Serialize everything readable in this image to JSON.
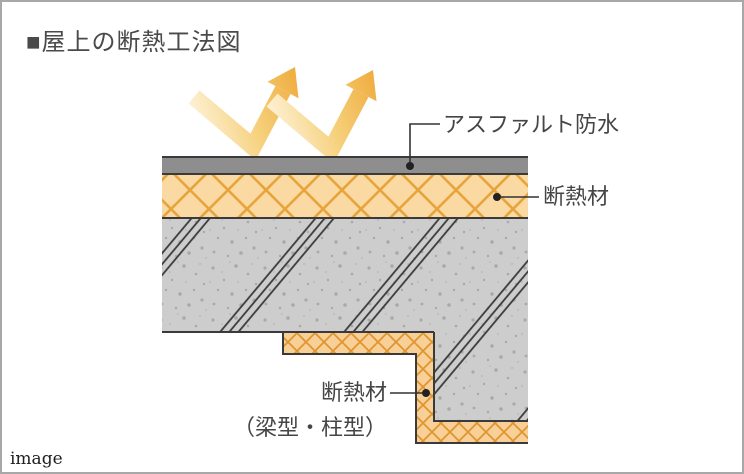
{
  "title": "■屋上の断熱工法図",
  "caption": "image",
  "labels": {
    "waterproofing": "アスファルト防水",
    "insulation": "断熱材",
    "beam_insulation_line1": "断熱材",
    "beam_insulation_line2": "（梁型・柱型）"
  },
  "colors": {
    "frame_border": "#a8a8a8",
    "text": "#4a4a4a",
    "outline": "#3a3a3a",
    "leader": "#333333",
    "asphalt": "#8e8e8e",
    "insulation_bg": "#fbd9a2",
    "insulation_line": "#e8a43c",
    "beam_insulation_bg": "#f8cf96",
    "beam_insulation_line": "#e0952f",
    "concrete": "#cdcdcd",
    "concrete_speckle": "#a9a9a9",
    "concrete_hatch": "#3b3b3b",
    "arrow_light": "#fdf3da",
    "arrow_mid": "#f6cf79",
    "arrow_dark": "#eea93a"
  }
}
